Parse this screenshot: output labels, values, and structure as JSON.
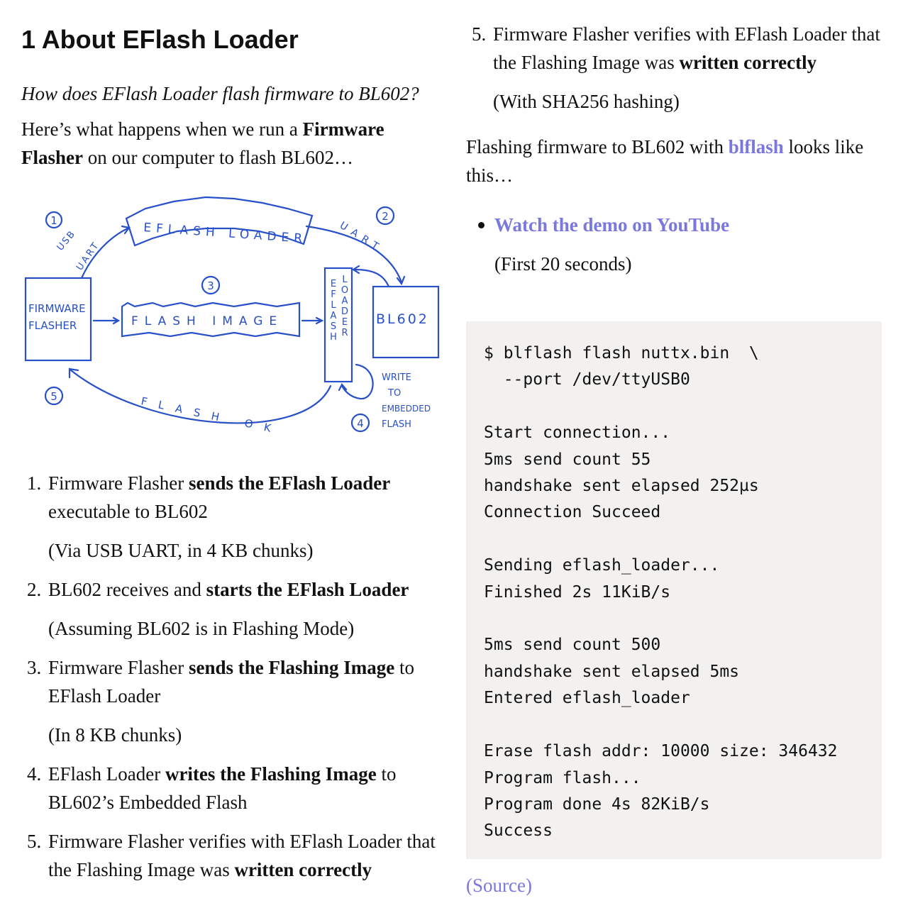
{
  "heading": "1 About EFlash Loader",
  "intro": "How does EFlash Loader flash firmware to BL602?",
  "para": {
    "pre": "Here’s what happens when we run a ",
    "bold": "Firmware Flasher",
    "post": " on our computer to flash BL602…"
  },
  "diagram": {
    "firmware_flasher_1": "FIRMWARE",
    "firmware_flasher_2": "FLASHER",
    "eflash_loader_top": "EFLASH LOADER",
    "flash_image": "FLASH IMAGE",
    "bl602": "BL602",
    "eflash_vertical_1": "EFLASH",
    "eflash_vertical_2": "LOADER",
    "usb": "USB",
    "uart_left": "UART",
    "uart_right": "UART",
    "flash_ok": "FLASH OK",
    "write_1": "WRITE",
    "write_2": "TO",
    "write_3": "EMBEDDED",
    "write_4": "FLASH",
    "steps": [
      "1",
      "2",
      "3",
      "4",
      "5"
    ],
    "color": "#2850c8"
  },
  "steps": [
    {
      "num": "1.",
      "pre": "Firmware Flasher ",
      "bold": "sends the EFlash Loader",
      "post": " executable to BL602",
      "note": "(Via USB UART, in 4 KB chunks)"
    },
    {
      "num": "2.",
      "pre": "BL602 receives and ",
      "bold": "starts the EFlash Loader",
      "post": "",
      "note": "(Assuming BL602 is in Flashing Mode)"
    },
    {
      "num": "3.",
      "pre": "Firmware Flasher ",
      "bold": "sends the Flashing Image",
      "post": " to EFlash Loader",
      "note": "(In 8 KB chunks)"
    },
    {
      "num": "4.",
      "pre": "EFlash Loader ",
      "bold": "writes the Flashing Image",
      "post": " to BL602’s Embedded Flash",
      "note": ""
    },
    {
      "num": "5.",
      "pre": "Firmware Flasher verifies with EFlash Loader that the Flashing Image was ",
      "bold": "written correctly",
      "post": "",
      "note": "(With SHA256 hashing)"
    }
  ],
  "right": {
    "flashing_pre": "Flashing firmware to BL602 with ",
    "flashing_link": "blflash",
    "flashing_post": " looks like this…",
    "demo_link": "Watch the demo on YouTube",
    "demo_note": "(First 20 seconds)",
    "source_link": "(Source)"
  },
  "code": "$ blflash flash nuttx.bin  \\\n  --port /dev/ttyUSB0\n\nStart connection...\n5ms send count 55\nhandshake sent elapsed 252µs\nConnection Succeed\n\nSending eflash_loader...\nFinished 2s 11KiB/s\n\n5ms send count 500\nhandshake sent elapsed 5ms\nEntered eflash_loader\n\nErase flash addr: 10000 size: 346432\nProgram flash...\nProgram done 4s 82KiB/s\nSuccess",
  "colors": {
    "link": "#7a78dc",
    "code_bg": "#f2f1f0"
  }
}
